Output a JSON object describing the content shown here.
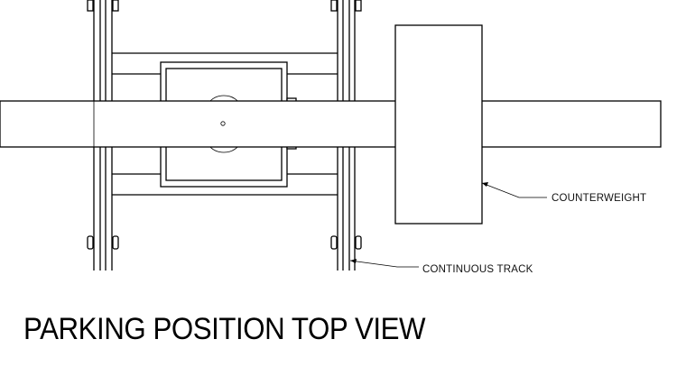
{
  "drawing": {
    "title": "PARKING POSITION TOP VIEW",
    "callouts": {
      "counterweight": "COUNTERWEIGHT",
      "continuous_track": "CONTINUOUS TRACK"
    }
  }
}
